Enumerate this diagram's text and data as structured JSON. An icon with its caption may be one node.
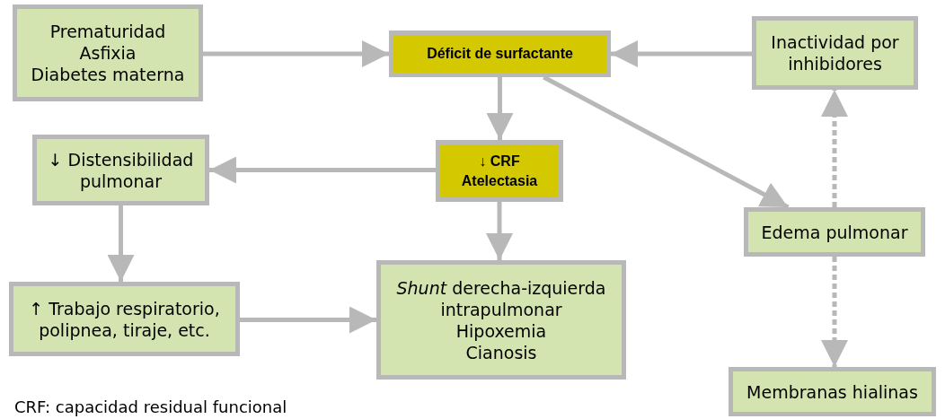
{
  "diagram": {
    "nodes": [
      {
        "text": [
          "Prematuridad",
          "Asfixia",
          "Diabetes materna"
        ]
      },
      {
        "text": [
          "Déficit de surfactante"
        ]
      },
      {
        "text": [
          "Inactividad por inhibidores"
        ]
      },
      {
        "text": [
          "↓ Distensibilidad pulmonar"
        ]
      },
      {
        "text": [
          "↓ CRF",
          "Atelectasia"
        ]
      },
      {
        "text": [
          "Edema pulmonar"
        ]
      },
      {
        "text": [
          "↑ Trabajo respiratorio, polipnea, tiraje, etc."
        ]
      },
      {
        "text": [
          "*Shunt* derecha-izquierda intrapulmonar",
          "Hipoxemia",
          "Cianosis"
        ]
      },
      {
        "text": [
          "Membranas hialinas"
        ]
      }
    ],
    "edges": [
      {
        "from": 0,
        "to": 1,
        "arrow": "to"
      },
      {
        "from": 2,
        "to": 1,
        "arrow": "to"
      },
      {
        "from": 1,
        "to": 4,
        "arrow": "to"
      },
      {
        "from": 1,
        "to": 5,
        "arrow": "to"
      },
      {
        "from": 4,
        "to": 3,
        "arrow": "to"
      },
      {
        "from": 3,
        "to": 6,
        "arrow": "to"
      },
      {
        "from": 4,
        "to": 7,
        "arrow": "to"
      },
      {
        "from": 6,
        "to": 7,
        "arrow": "to"
      },
      {
        "from": 5,
        "to": 2,
        "arrow": "to",
        "style": "dashed"
      },
      {
        "from": 5,
        "to": 8,
        "arrow": "to",
        "style": "dashed"
      }
    ],
    "labels": [
      "CRF: capacidad residual funcional"
    ]
  }
}
